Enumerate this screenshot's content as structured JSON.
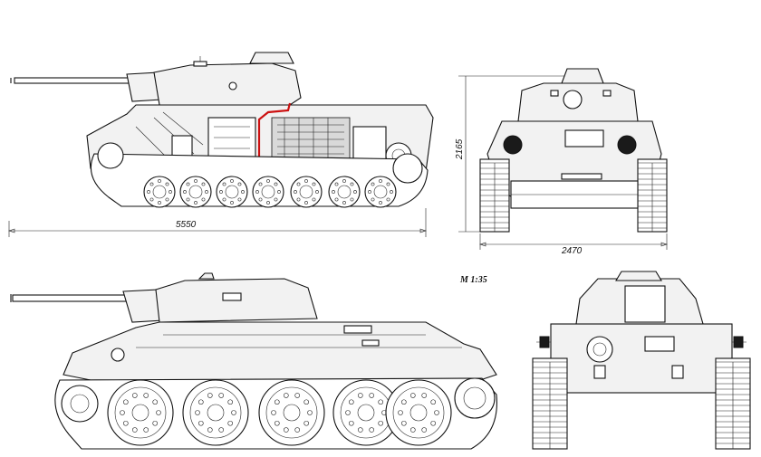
{
  "dimensions": {
    "length": "5550",
    "height": "2165",
    "width": "2470"
  },
  "scale_label": "M 1:35",
  "colors": {
    "line": "#111111",
    "fill": "#f2f2f2",
    "cutaway_highlight": "#cc1111"
  }
}
